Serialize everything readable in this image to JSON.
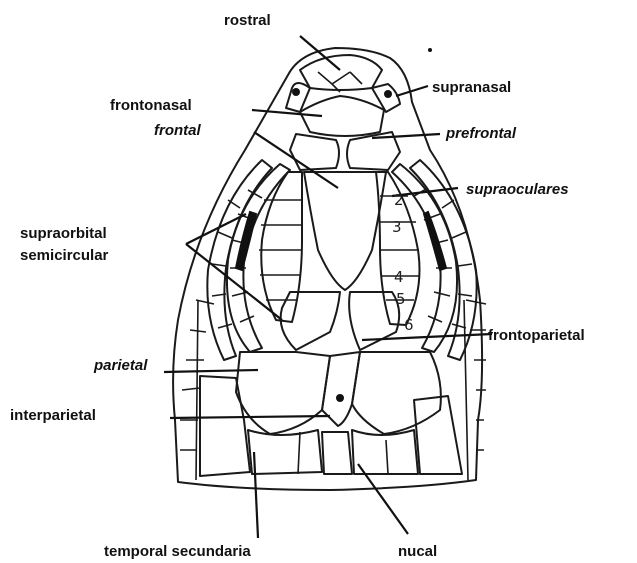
{
  "labels": {
    "rostral": "rostral",
    "supranasal": "supranasal",
    "frontonasal": "frontonasal",
    "frontal": "frontal",
    "prefrontal": "prefrontal",
    "supraoculares": "supraoculares",
    "supraorbital": "supraorbital",
    "semicircular": "semicircular",
    "frontoparietal": "frontoparietal",
    "parietal": "parietal",
    "interparietal": "interparietal",
    "temporal_secundaria": "temporal secundaria",
    "nucal": "nucal"
  },
  "scale_numbers": [
    "2",
    "3",
    "4",
    "5",
    "6"
  ],
  "colors": {
    "ink": "#1a1a1a",
    "background": "#ffffff"
  }
}
